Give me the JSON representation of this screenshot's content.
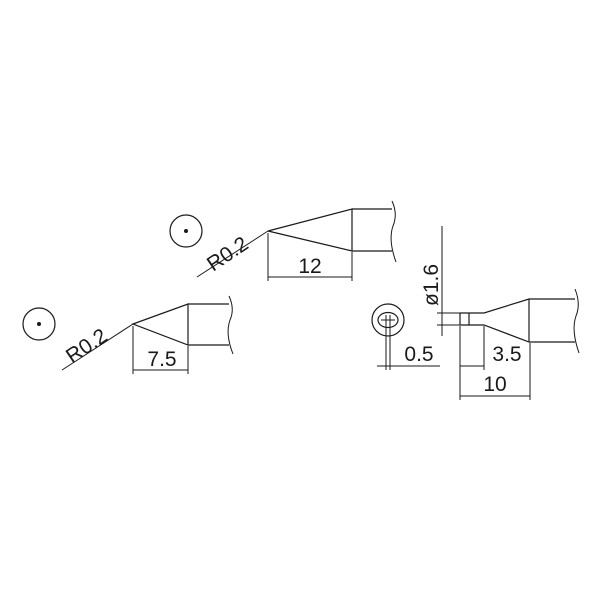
{
  "tips": {
    "upper_conical": {
      "radius_label": "R0.2",
      "length_label": "12"
    },
    "lower_conical": {
      "radius_label": "R0.2",
      "length_label": "7.5"
    },
    "chisel": {
      "diameter_label": "ø1.6",
      "thickness_label": "0.5",
      "flat_label": "3.5",
      "length_label": "10"
    }
  }
}
